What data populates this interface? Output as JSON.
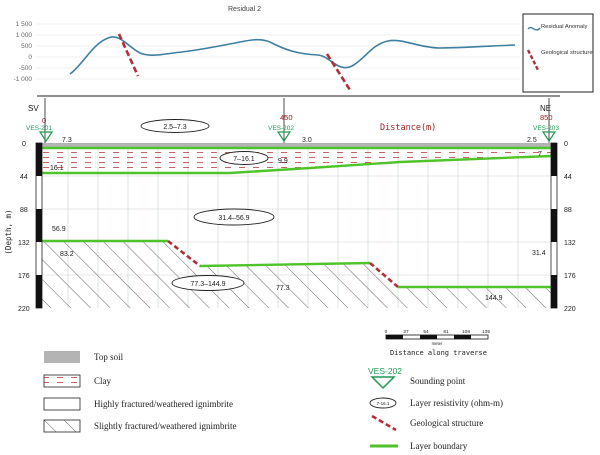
{
  "colors": {
    "residual_line": "#3d7fa0",
    "structure": "#b0303a",
    "boundary": "#4fc42a",
    "vert_grid": "#c2d6c2",
    "horiz_grid": "#d0d0d0",
    "label_green": "#1e9a52",
    "label_red": "#a02020",
    "topsoil": "#b4b4b4",
    "clay_dash": "#c05050"
  },
  "residual_panel": {
    "title": "Residual 2",
    "y_ticks": [
      "1 500",
      "1 000",
      "500",
      "0",
      "-500",
      "-1 000"
    ],
    "legend": {
      "residual": "Residual Anomaly",
      "geological": "Geological structure"
    }
  },
  "section": {
    "dir_left": "SV",
    "dir_right": "NE",
    "distance_label": "Distance(m)",
    "x_ticks": [
      "0",
      "450",
      "850"
    ],
    "depth_axis_label": "(Depth, m)",
    "depth_ticks": [
      "0",
      "44",
      "88",
      "132",
      "176",
      "220"
    ],
    "ves_labels": [
      "VES-201",
      "VES-202",
      "VES-203"
    ],
    "depth_values": {
      "ves201_top": "7.3",
      "ves201_clay": "16.1",
      "ves201_fract": "56.9",
      "ves201_deep": "83.2",
      "ves202_top": "3.0",
      "ves202_clay": "9.9",
      "ves203_top": "2.5",
      "ves203_clay": "7",
      "ves203_fract": "31.4",
      "mid_deep": "77.3",
      "right_deep": "144.9"
    },
    "resistivity_ranges": {
      "topsoil": "2.5–7.3",
      "clay": "7–16.1",
      "fractured": "31.4–56.9",
      "slightly": "77.3–144.9"
    }
  },
  "scale_bar": {
    "ticks": [
      "0",
      "27",
      "54",
      "81",
      "108",
      "135"
    ],
    "unit": "meter",
    "caption": "Distance along traverse"
  },
  "legend": {
    "topsoil": "Top soil",
    "clay": "Clay",
    "highly": "Highly fractured/weathered ignimbrite",
    "slightly": "Slightly fractured/weathered ignimbrite",
    "sounding_tag": "VES-202",
    "sounding": "Sounding point",
    "resistivity_symbol": "7-16.1",
    "resistivity": "Layer resistivity (ohm-m)",
    "geological": "Geological structure",
    "boundary": "Layer boundary"
  }
}
